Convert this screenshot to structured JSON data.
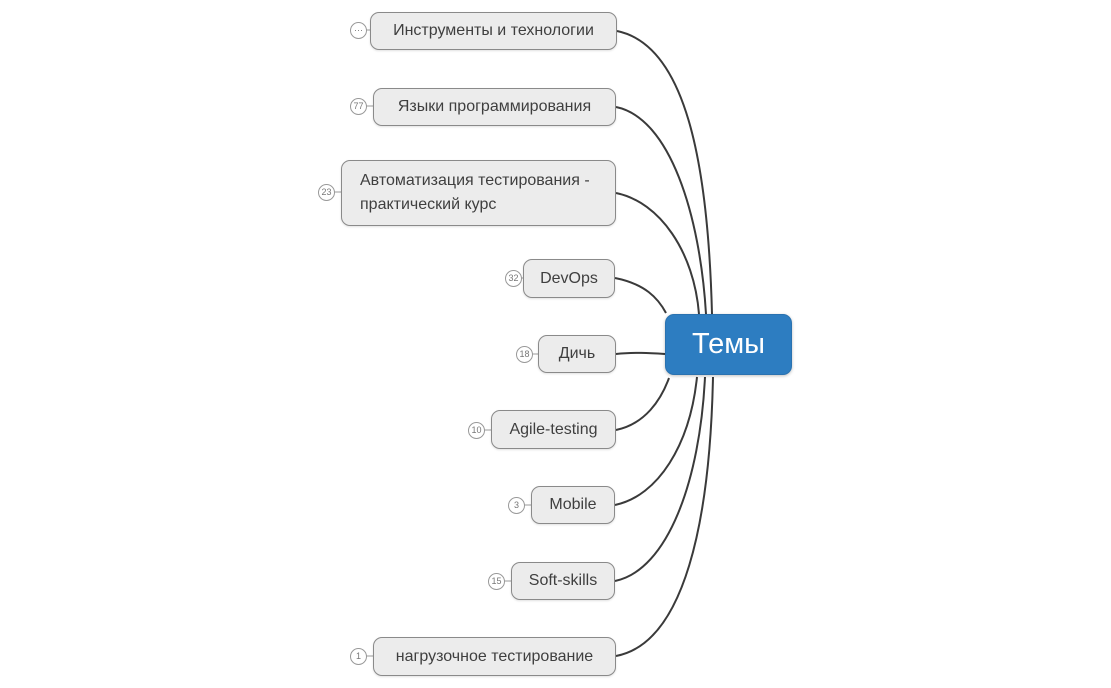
{
  "root": {
    "label": "Темы"
  },
  "nodes": [
    {
      "label": "Инструменты и технологии",
      "badge": "···"
    },
    {
      "label": "Языки программирования",
      "badge": "77"
    },
    {
      "label": "Автоматизация тестирования - практический курс",
      "badge": "23"
    },
    {
      "label": "DevOps",
      "badge": "32"
    },
    {
      "label": "Дичь",
      "badge": "18"
    },
    {
      "label": "Agile-testing",
      "badge": "10"
    },
    {
      "label": "Mobile",
      "badge": "3"
    },
    {
      "label": "Soft-skills",
      "badge": "15"
    },
    {
      "label": "нагрузочное тестирование",
      "badge": "1"
    }
  ],
  "colors": {
    "background": "#ffffff",
    "root_bg": "#2d7dc1",
    "root_text": "#ffffff",
    "node_bg": "#ececec",
    "node_border": "#8a8a8a",
    "node_text": "#3f3f3f",
    "connector": "#3a3a3a",
    "badge_border": "#999999",
    "badge_text": "#777777"
  }
}
